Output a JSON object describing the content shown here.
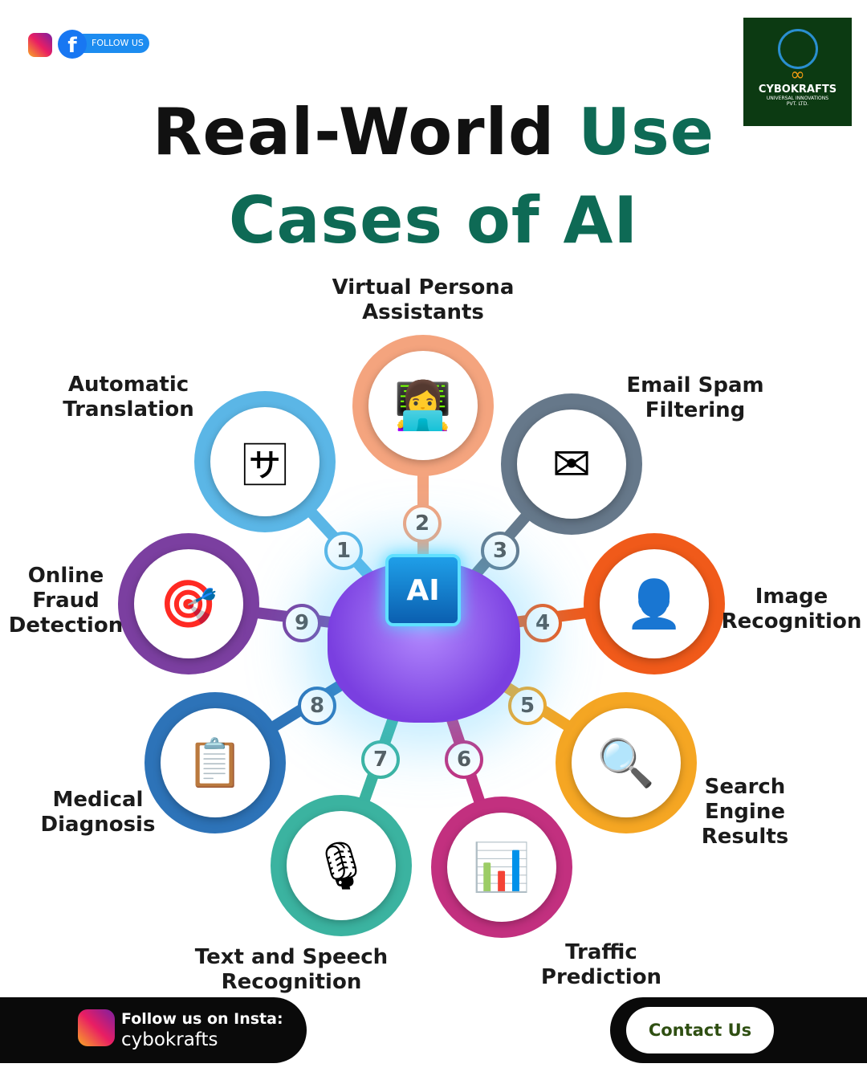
{
  "header": {
    "follow_label": "FOLLOW US",
    "logo": {
      "name": "CYBOKRAFTS",
      "sub1": "UNIVERSAL INNOVATIONS",
      "sub2": "PVT. LTD."
    }
  },
  "title": {
    "line1_black": "Real-World",
    "line1_green": "Use",
    "line2": "Cases of AI"
  },
  "center_label": "AI",
  "use_cases": [
    {
      "number": "1",
      "label": "Automatic\nTranslation",
      "icon": "translate-icon",
      "color": "#5bb6e6"
    },
    {
      "number": "2",
      "label": "Virtual Persona\nAssistants",
      "icon": "virtual-assistant-icon",
      "color": "#f4a47e"
    },
    {
      "number": "3",
      "label": "Email Spam\nFiltering",
      "icon": "spam-mail-icon",
      "color": "#66788a"
    },
    {
      "number": "4",
      "label": "Image\nRecognition",
      "icon": "face-scan-icon",
      "color": "#f05a1a"
    },
    {
      "number": "5",
      "label": "Search\nEngine\nResults",
      "icon": "search-icon",
      "color": "#f5a623"
    },
    {
      "number": "6",
      "label": "Traffic\nPrediction",
      "icon": "traffic-chart-icon",
      "color": "#c2307f"
    },
    {
      "number": "7",
      "label": "Text and Speech\nRecognition",
      "icon": "speech-icon",
      "color": "#3bb3a0"
    },
    {
      "number": "8",
      "label": "Medical\nDiagnosis",
      "icon": "medical-clipboard-icon",
      "color": "#2d73b8"
    },
    {
      "number": "9",
      "label": "Online\nFraud\nDetection",
      "icon": "fraud-target-icon",
      "color": "#7b3fa0"
    }
  ],
  "footer": {
    "insta_title": "Follow us on Insta:",
    "insta_handle": "cybokrafts",
    "contact_label": "Contact Us"
  }
}
